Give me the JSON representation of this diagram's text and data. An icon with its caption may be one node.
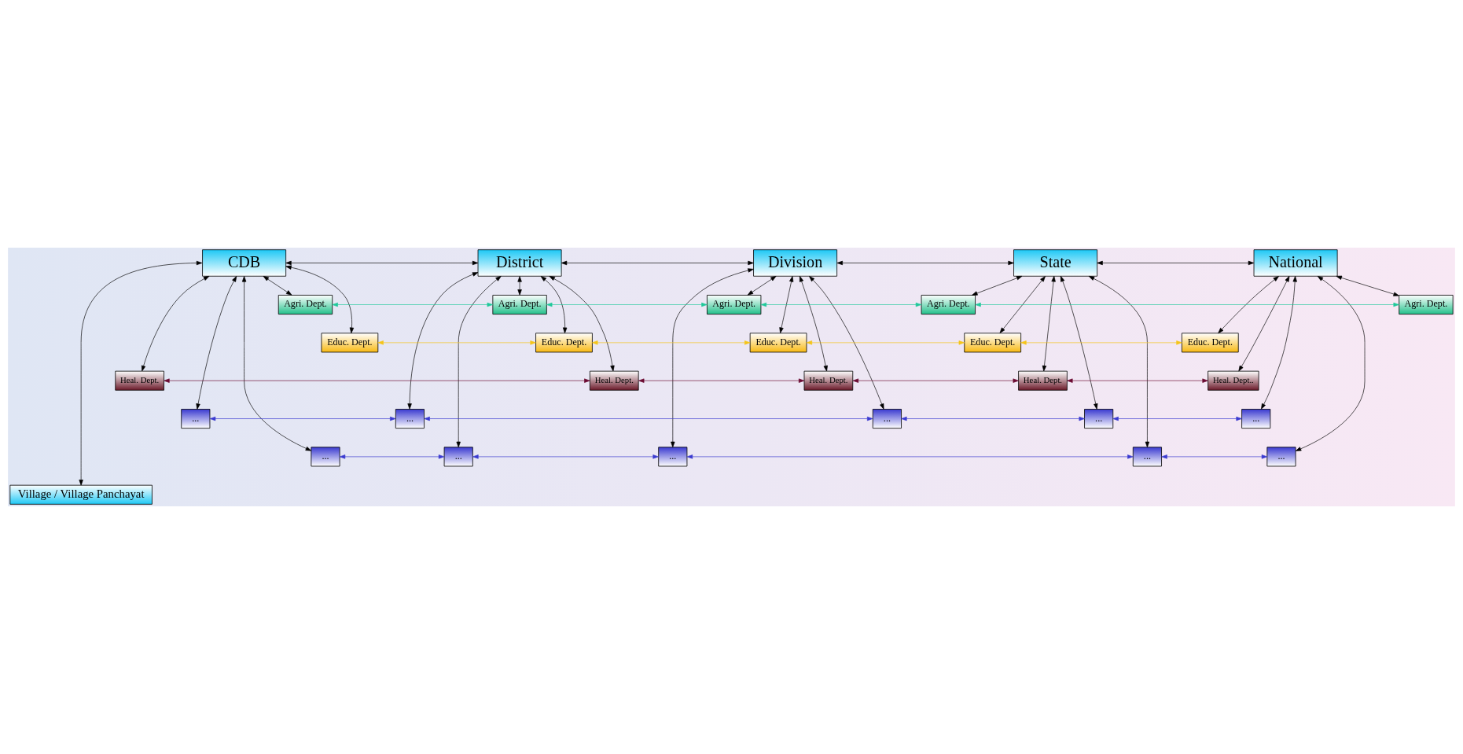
{
  "diagram": {
    "nodes": [
      {
        "text": [
          "CDB"
        ]
      },
      {
        "text": [
          "District"
        ]
      },
      {
        "text": [
          "Division"
        ]
      },
      {
        "text": [
          "State"
        ]
      },
      {
        "text": [
          "National"
        ]
      },
      {
        "text": [
          "Agri. Dept."
        ]
      },
      {
        "text": [
          "Agri. Dept."
        ]
      },
      {
        "text": [
          "Agri. Dept."
        ]
      },
      {
        "text": [
          "Agri. Dept."
        ]
      },
      {
        "text": [
          "Agri. Dept."
        ]
      },
      {
        "text": [
          "Educ. Dept."
        ]
      },
      {
        "text": [
          "Educ. Dept."
        ]
      },
      {
        "text": [
          "Educ. Dept."
        ]
      },
      {
        "text": [
          "Educ. Dept."
        ]
      },
      {
        "text": [
          "Educ. Dept."
        ]
      },
      {
        "text": [
          "Heal. Dept."
        ]
      },
      {
        "text": [
          "Heal. Dept."
        ]
      },
      {
        "text": [
          "Heal. Dept."
        ]
      },
      {
        "text": [
          "Heal. Dept."
        ]
      },
      {
        "text": [
          "Heal. Dept.."
        ]
      },
      {
        "text": [
          "..."
        ]
      },
      {
        "text": [
          "..."
        ]
      },
      {
        "text": [
          "..."
        ]
      },
      {
        "text": [
          "..."
        ]
      },
      {
        "text": [
          "..."
        ]
      },
      {
        "text": [
          "..."
        ]
      },
      {
        "text": [
          "..."
        ]
      },
      {
        "text": [
          "..."
        ]
      },
      {
        "text": [
          "..."
        ]
      },
      {
        "text": [
          "..."
        ]
      },
      {
        "text": [
          "Village / Village Panchayat"
        ]
      }
    ],
    "edges": [
      {
        "from": 0,
        "to": 1,
        "arrow": "both"
      },
      {
        "from": 1,
        "to": 2,
        "arrow": "both"
      },
      {
        "from": 2,
        "to": 3,
        "arrow": "both"
      },
      {
        "from": 3,
        "to": 4,
        "arrow": "both"
      },
      {
        "from": 0,
        "to": 5,
        "arrow": "both"
      },
      {
        "from": 0,
        "to": 10,
        "arrow": "both"
      },
      {
        "from": 0,
        "to": 15,
        "arrow": "both"
      },
      {
        "from": 0,
        "to": 20,
        "arrow": "both"
      },
      {
        "from": 0,
        "to": 25,
        "arrow": "both"
      },
      {
        "from": 1,
        "to": 6,
        "arrow": "both"
      },
      {
        "from": 1,
        "to": 11,
        "arrow": "both"
      },
      {
        "from": 1,
        "to": 16,
        "arrow": "both"
      },
      {
        "from": 1,
        "to": 21,
        "arrow": "both"
      },
      {
        "from": 1,
        "to": 26,
        "arrow": "both"
      },
      {
        "from": 2,
        "to": 7,
        "arrow": "both"
      },
      {
        "from": 2,
        "to": 12,
        "arrow": "both"
      },
      {
        "from": 2,
        "to": 17,
        "arrow": "both"
      },
      {
        "from": 2,
        "to": 22,
        "arrow": "both"
      },
      {
        "from": 2,
        "to": 27,
        "arrow": "both"
      },
      {
        "from": 3,
        "to": 8,
        "arrow": "both"
      },
      {
        "from": 3,
        "to": 13,
        "arrow": "both"
      },
      {
        "from": 3,
        "to": 18,
        "arrow": "both"
      },
      {
        "from": 3,
        "to": 23,
        "arrow": "both"
      },
      {
        "from": 3,
        "to": 28,
        "arrow": "both"
      },
      {
        "from": 4,
        "to": 9,
        "arrow": "both"
      },
      {
        "from": 4,
        "to": 14,
        "arrow": "both"
      },
      {
        "from": 4,
        "to": 19,
        "arrow": "both"
      },
      {
        "from": 4,
        "to": 24,
        "arrow": "both"
      },
      {
        "from": 4,
        "to": 29,
        "arrow": "both"
      },
      {
        "from": 5,
        "to": 6,
        "arrow": "both",
        "color": "#1fc99a"
      },
      {
        "from": 6,
        "to": 7,
        "arrow": "both",
        "color": "#1fc99a"
      },
      {
        "from": 7,
        "to": 8,
        "arrow": "both",
        "color": "#1fc99a"
      },
      {
        "from": 8,
        "to": 9,
        "arrow": "both",
        "color": "#1fc99a"
      },
      {
        "from": 10,
        "to": 11,
        "arrow": "both",
        "color": "#f5c518"
      },
      {
        "from": 11,
        "to": 12,
        "arrow": "both",
        "color": "#f5c518"
      },
      {
        "from": 12,
        "to": 13,
        "arrow": "both",
        "color": "#f5c518"
      },
      {
        "from": 13,
        "to": 14,
        "arrow": "both",
        "color": "#f5c518"
      },
      {
        "from": 15,
        "to": 16,
        "arrow": "both",
        "color": "#6b0a32"
      },
      {
        "from": 16,
        "to": 17,
        "arrow": "both",
        "color": "#6b0a32"
      },
      {
        "from": 17,
        "to": 18,
        "arrow": "both",
        "color": "#6b0a32"
      },
      {
        "from": 18,
        "to": 19,
        "arrow": "both",
        "color": "#6b0a32"
      },
      {
        "from": 20,
        "to": 21,
        "arrow": "both",
        "color": "#3a3ad0"
      },
      {
        "from": 21,
        "to": 22,
        "arrow": "both",
        "color": "#3a3ad0"
      },
      {
        "from": 22,
        "to": 23,
        "arrow": "both",
        "color": "#3a3ad0"
      },
      {
        "from": 23,
        "to": 24,
        "arrow": "both",
        "color": "#3a3ad0"
      },
      {
        "from": 25,
        "to": 26,
        "arrow": "both",
        "color": "#3a3ad0"
      },
      {
        "from": 26,
        "to": 27,
        "arrow": "both",
        "color": "#3a3ad0"
      },
      {
        "from": 27,
        "to": 28,
        "arrow": "both",
        "color": "#3a3ad0"
      },
      {
        "from": 28,
        "to": 29,
        "arrow": "both",
        "color": "#3a3ad0"
      },
      {
        "from": 30,
        "to": 0,
        "arrow": "both"
      }
    ]
  }
}
